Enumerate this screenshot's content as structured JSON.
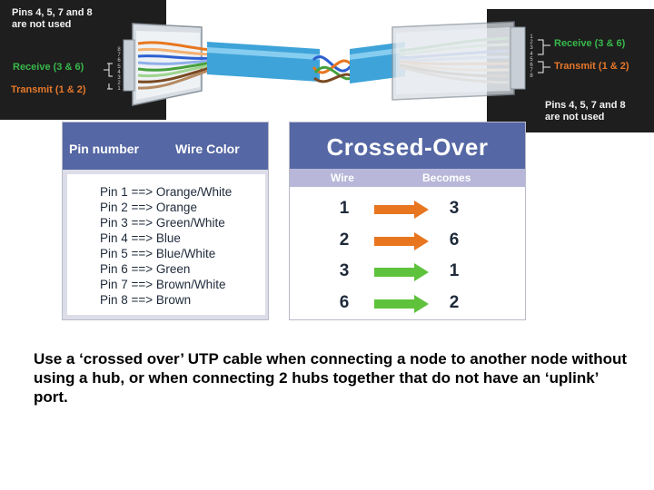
{
  "connector_left": {
    "note": "Pins 4, 5, 7 and 8\nare not used",
    "receive": "Receive (3 & 6)",
    "transmit": "Transmit (1 & 2)",
    "pins": "8 7 6 5 4 3 2 1"
  },
  "connector_right": {
    "note": "Pins 4, 5, 7 and 8\nare not used",
    "receive": "Receive (3 & 6)",
    "transmit": "Transmit (1 & 2)",
    "pins": "1 2 3 4 5 6 7 8"
  },
  "pin_table": {
    "header_pin": "Pin number",
    "header_color": "Wire Color",
    "rows": [
      "Pin 1 ==> Orange/White",
      "Pin 2 ==> Orange",
      "Pin 3 ==> Green/White",
      "Pin 4 ==> Blue",
      "Pin 5 ==> Blue/White",
      "Pin 6 ==> Green",
      "Pin 7 ==> Brown/White",
      "Pin 8 ==> Brown"
    ]
  },
  "crossover": {
    "title": "Crossed-Over",
    "col_wire": "Wire",
    "col_becomes": "Becomes",
    "rows": [
      {
        "wire": "1",
        "becomes": "3",
        "arrow_color": "#e8761f"
      },
      {
        "wire": "2",
        "becomes": "6",
        "arrow_color": "#e8761f"
      },
      {
        "wire": "3",
        "becomes": "1",
        "arrow_color": "#5fc23c"
      },
      {
        "wire": "6",
        "becomes": "2",
        "arrow_color": "#5fc23c"
      }
    ]
  },
  "caption": "Use a ‘crossed over’ UTP cable when connecting a node to another node without using a hub, or when connecting 2 hubs together that do not have an ‘uplink’ port."
}
